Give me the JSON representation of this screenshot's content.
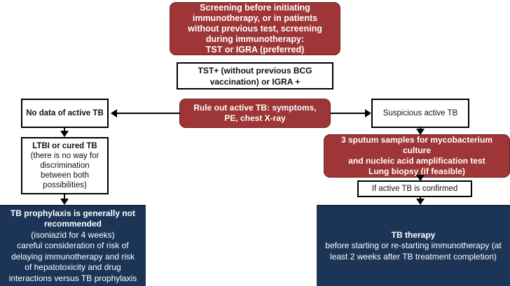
{
  "diagram": {
    "title": "Tuberculosis screening and management before immunotherapy",
    "colors": {
      "red_box": "#9E3536",
      "navy_box": "#1C3557",
      "white_box": "#FFFFFF",
      "border": "#000000",
      "text_on_color": "#FFFFFF",
      "text_on_white": "#111111"
    },
    "nodes": {
      "screening": {
        "lines": [
          "Screening before initiating",
          "immunotherapy, or in patients",
          "without previous test, screening",
          "during immunotherapy:",
          "TST or IGRA (preferred)"
        ]
      },
      "tst_result": {
        "lines": [
          "TST+ (without previous BCG",
          "vaccination) or IGRA +"
        ]
      },
      "rule_out": {
        "lines": [
          "Rule out active TB: symptoms,",
          "PE, chest X-ray"
        ]
      },
      "no_data": {
        "lines": [
          "No data of active TB"
        ]
      },
      "ltbi": {
        "heading": "LTBI or cured TB",
        "lines": [
          "(there is no way for",
          "discrimination",
          "between both",
          "possibilities)"
        ]
      },
      "prophylaxis": {
        "heading_lines": [
          "TB prophylaxis is generally not",
          "recommended"
        ],
        "lines": [
          "(isoniazid for 4 weeks)",
          "careful consideration of risk of",
          "delaying immunotherapy and risk",
          "of hepatotoxicity and drug",
          "interactions versus TB prophylaxis"
        ]
      },
      "suspicious": {
        "lines": [
          "Suspicious active TB"
        ]
      },
      "sputum": {
        "lines": [
          "3 sputum samples for mycobacterium culture",
          "and nucleic acid amplification test",
          "Lung biopsy (if feasible)"
        ]
      },
      "confirmed": {
        "lines": [
          "If active TB is confirmed"
        ]
      },
      "therapy": {
        "heading": "TB therapy",
        "lines": [
          "before starting or re-starting immunotherapy (at",
          "least 2 weeks after TB treatment completion)"
        ]
      }
    }
  }
}
